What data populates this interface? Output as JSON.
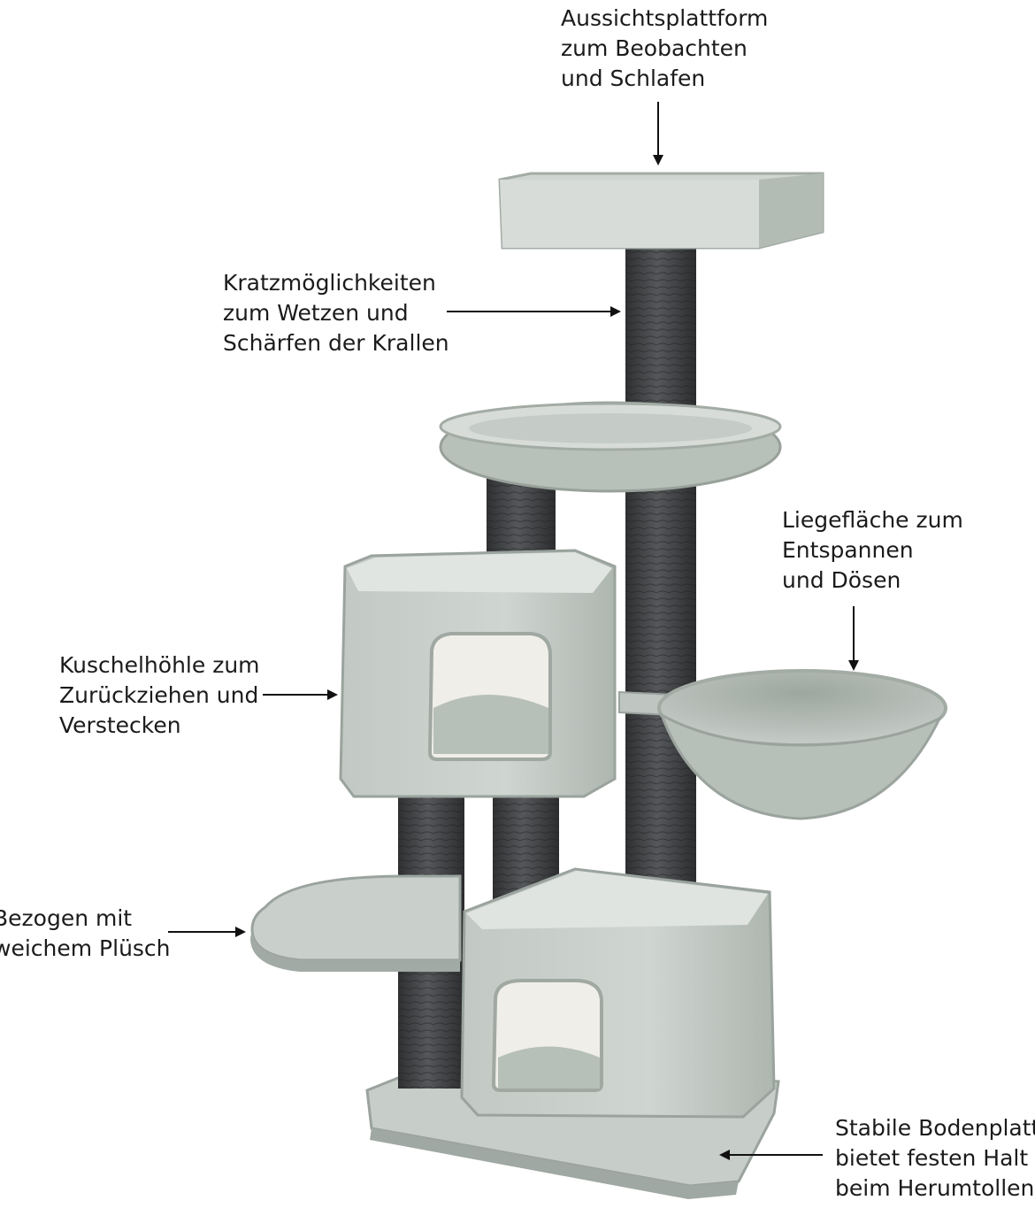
{
  "callouts": [
    {
      "id": "aussichtsplattform",
      "lines": [
        "Aussichtsplattform",
        "zum Beobachten",
        "und Schlafen"
      ]
    },
    {
      "id": "kratz",
      "lines": [
        "Kratzmöglichkeiten",
        "zum Wetzen und",
        "Schärfen der Krallen"
      ]
    },
    {
      "id": "liegeflaeche",
      "lines": [
        "Liegefläche zum",
        "Entspannen",
        "und Dösen"
      ]
    },
    {
      "id": "kuschelhoehle",
      "lines": [
        "Kuschelhöhle zum",
        "Zurückziehen und",
        "Verstecken"
      ]
    },
    {
      "id": "pluesch",
      "lines": [
        "Bezogen mit",
        "weichem Plüsch"
      ]
    },
    {
      "id": "bodenplatte",
      "lines": [
        "Stabile Bodenplatte",
        "bietet festen Halt",
        "beim Herumtollen"
      ]
    }
  ],
  "colors": {
    "plush": "#c9cfcb",
    "plush_light": "#dfe4e0",
    "plush_shadow": "#9aa39d",
    "sisal": "#48494b",
    "sisal_dark": "#2f3032",
    "cave_inside": "#efeee9",
    "arrow": "#111111",
    "text": "#1b1b1b"
  },
  "icons": [
    "arrow-down",
    "arrow-right",
    "arrow-left"
  ]
}
